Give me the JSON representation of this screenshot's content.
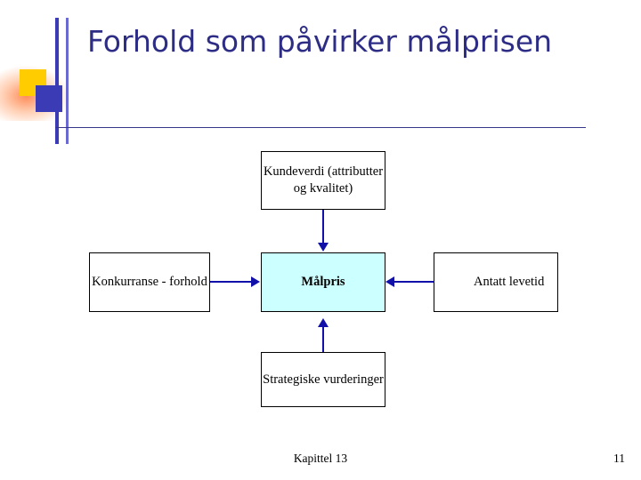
{
  "slide": {
    "title": "Forhold som påvirker målprisen",
    "footer_chapter": "Kapittel 13",
    "footer_page": "11",
    "accent_colors": {
      "title_text": "#2d2d86",
      "rule": "#35358c",
      "arrow": "#1111aa",
      "highlight_box_fill": "#ccffff",
      "deco_yellow": "#ffcc00",
      "deco_blue": "#3b3bb5"
    }
  },
  "diagram": {
    "nodes": [
      {
        "id": "kundeverdi",
        "label": "Kundeverdi (attributter og kvalitet)"
      },
      {
        "id": "konkurranse",
        "label": "Konkurranse - forhold"
      },
      {
        "id": "malpris",
        "label": "Målpris"
      },
      {
        "id": "antatt",
        "label": "Antatt levetid"
      },
      {
        "id": "strategiske",
        "label": "Strategiske vurderinger"
      }
    ],
    "edges": [
      {
        "from": "kundeverdi",
        "to": "malpris",
        "direction": "down"
      },
      {
        "from": "konkurranse",
        "to": "malpris",
        "direction": "right"
      },
      {
        "from": "antatt",
        "to": "malpris",
        "direction": "left"
      },
      {
        "from": "strategiske",
        "to": "malpris",
        "direction": "up"
      }
    ]
  }
}
